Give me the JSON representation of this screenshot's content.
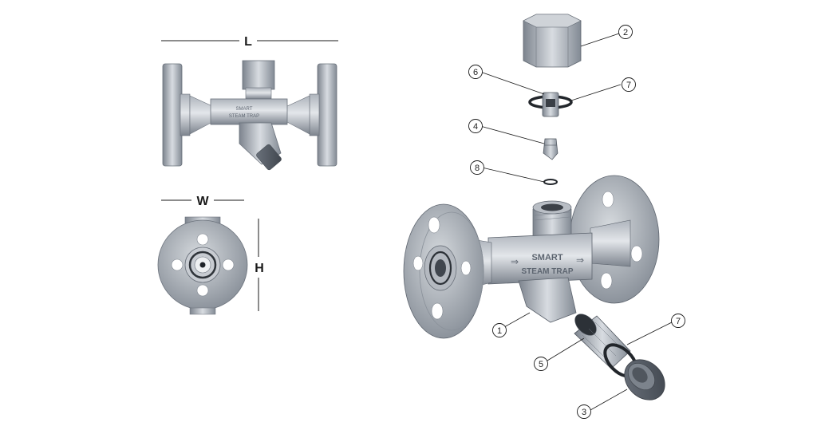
{
  "dimensions": {
    "length": "L",
    "width": "W",
    "height": "H"
  },
  "body_marking": {
    "line1": "SMART",
    "line2": "STEAM TRAP"
  },
  "callouts": [
    {
      "number": "1"
    },
    {
      "number": "2"
    },
    {
      "number": "3"
    },
    {
      "number": "4"
    },
    {
      "number": "5"
    },
    {
      "number": "6"
    },
    {
      "number": "7"
    },
    {
      "number": "7"
    },
    {
      "number": "8"
    }
  ],
  "colors": {
    "steel_light": "#c9ced5",
    "steel_mid": "#9aa1aa",
    "steel_dark": "#5f6670",
    "line": "#1a1a1a"
  }
}
